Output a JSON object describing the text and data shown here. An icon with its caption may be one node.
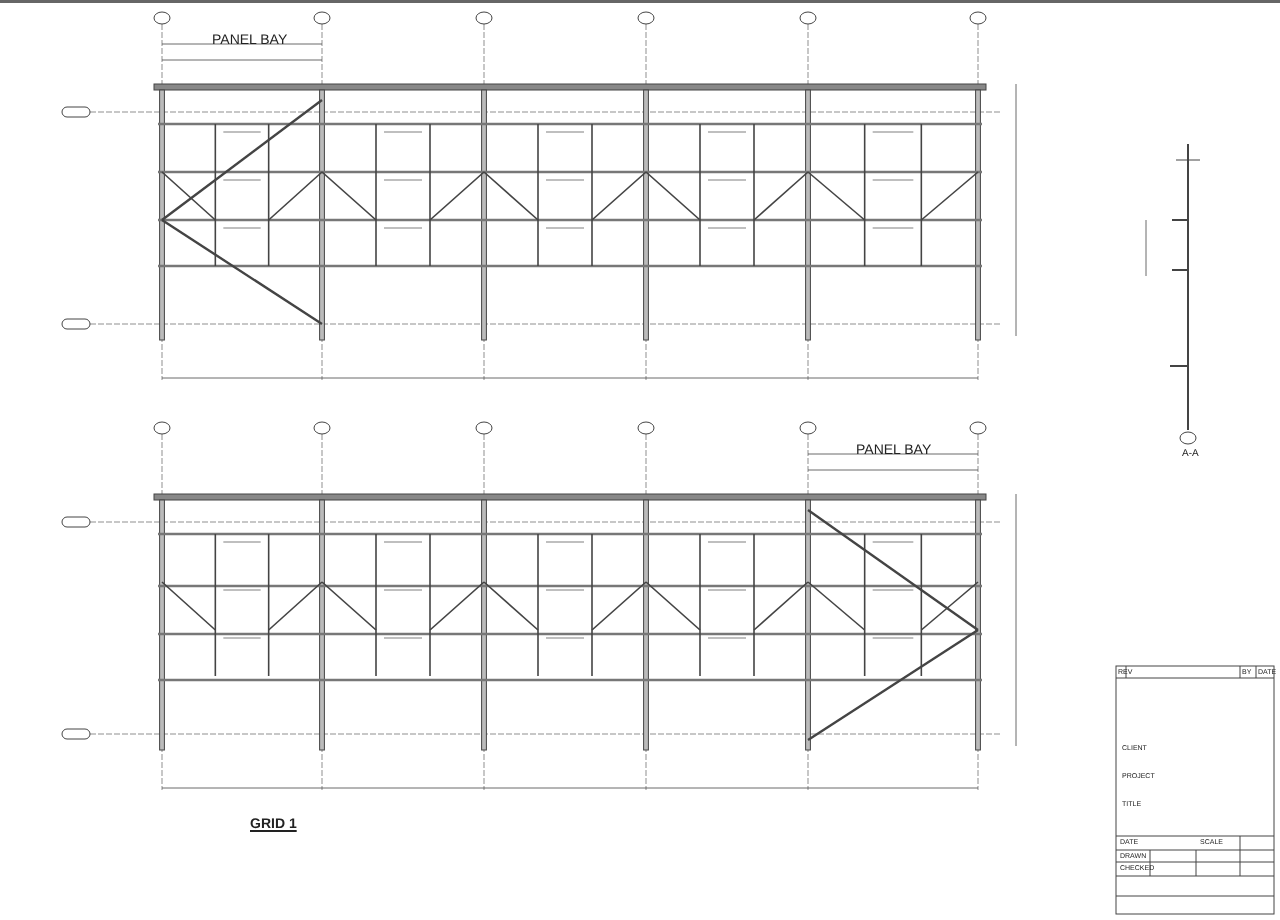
{
  "diagram": {
    "labels": [
      "PANEL BAY",
      "PANEL BAY",
      "A-A",
      "GRID 1",
      "REV",
      "BY",
      "DATE",
      "CLIENT",
      "PROJECT",
      "TITLE",
      "DATE",
      "SCALE",
      "DRAWN",
      "CHECKED"
    ]
  }
}
